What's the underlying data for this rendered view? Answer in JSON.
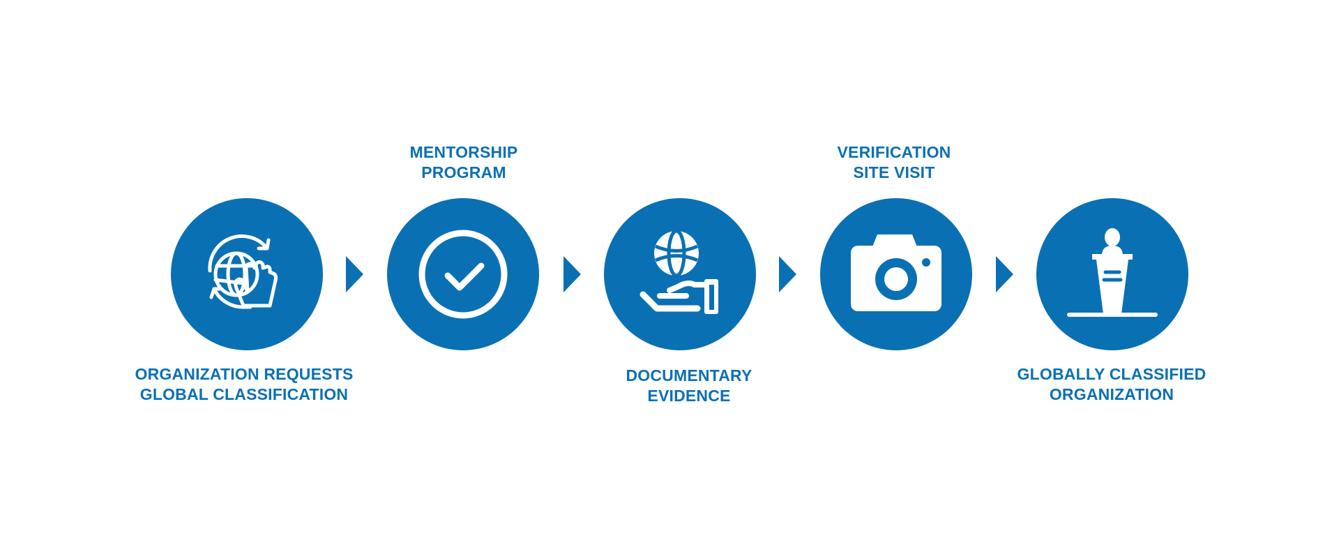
{
  "colors": {
    "brand_blue": "#0A70B4",
    "background": "#ffffff",
    "icon": "#ffffff"
  },
  "steps": [
    {
      "label_lines": [
        "ORGANIZATION REQUESTS",
        "GLOBAL CLASSIFICATION"
      ],
      "label_position": "below",
      "icon": "globe-hand-icon"
    },
    {
      "label_lines": [
        "MENTORSHIP",
        "PROGRAM"
      ],
      "label_position": "above",
      "icon": "checkmark-circle-icon"
    },
    {
      "label_lines": [
        "DOCUMENTARY",
        "EVIDENCE"
      ],
      "label_position": "below",
      "icon": "globe-in-hand-icon"
    },
    {
      "label_lines": [
        "VERIFICATION",
        "SITE VISIT"
      ],
      "label_position": "above",
      "icon": "camera-icon"
    },
    {
      "label_lines": [
        "GLOBALLY CLASSIFIED",
        "ORGANIZATION"
      ],
      "label_position": "below",
      "icon": "podium-person-icon"
    }
  ],
  "connector": "chevron-right-icon"
}
